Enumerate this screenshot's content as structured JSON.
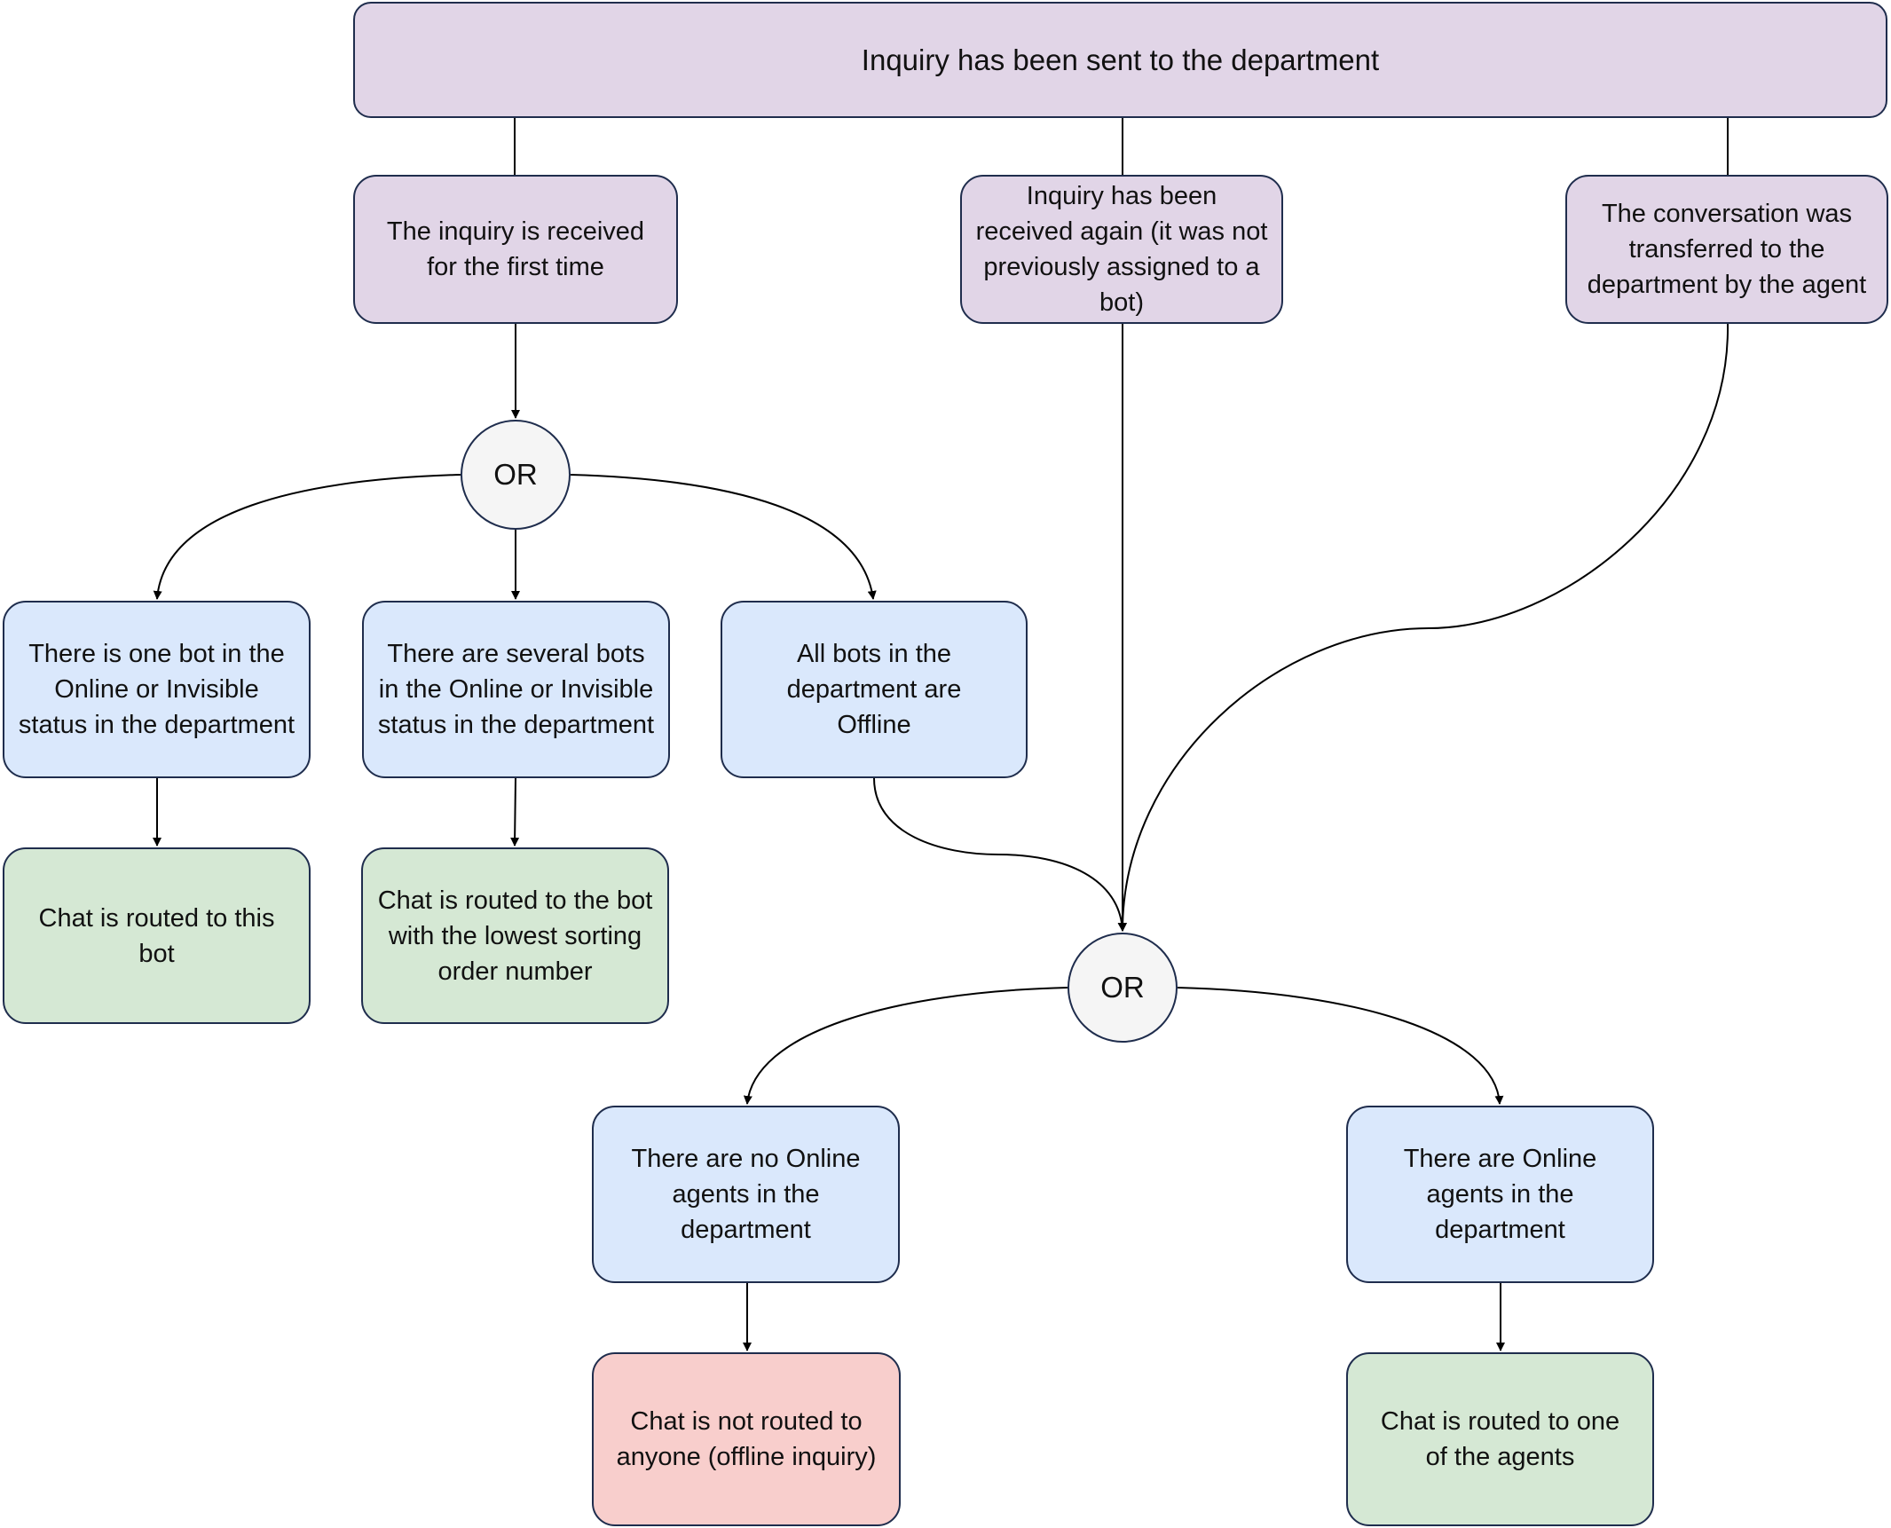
{
  "nodes": {
    "inquiry_sent": "Inquiry has been sent to the department",
    "first_time": "The inquiry is received for the first time",
    "received_again": "Inquiry has been received again (it was not previously assigned to a bot)",
    "transferred": "The conversation was transferred to the department by the agent",
    "one_bot": "There is one bot in the Online or Invisible status in the department",
    "several_bots": "There are several bots in the Online or Invisible status in the department",
    "all_offline": "All bots in the department are Offline",
    "routed_this_bot": "Chat is routed to this bot",
    "routed_lowest": "Chat is routed to the bot with the lowest sorting order number",
    "no_online_agents": "There are no Online agents in the department",
    "online_agents": "There are Online agents in the department",
    "not_routed": "Chat is not routed to anyone (offline inquiry)",
    "routed_agent": "Chat is routed to one of the agents"
  },
  "gateways": {
    "or_top": "OR",
    "or_bottom": "OR"
  },
  "colors": {
    "decision_fill": "#e1d5e7",
    "condition_fill": "#dae8fc",
    "success_fill": "#d5e8d4",
    "failure_fill": "#f8cecc",
    "gateway_fill": "#f5f5f5",
    "stroke": "#1f2d4d"
  }
}
